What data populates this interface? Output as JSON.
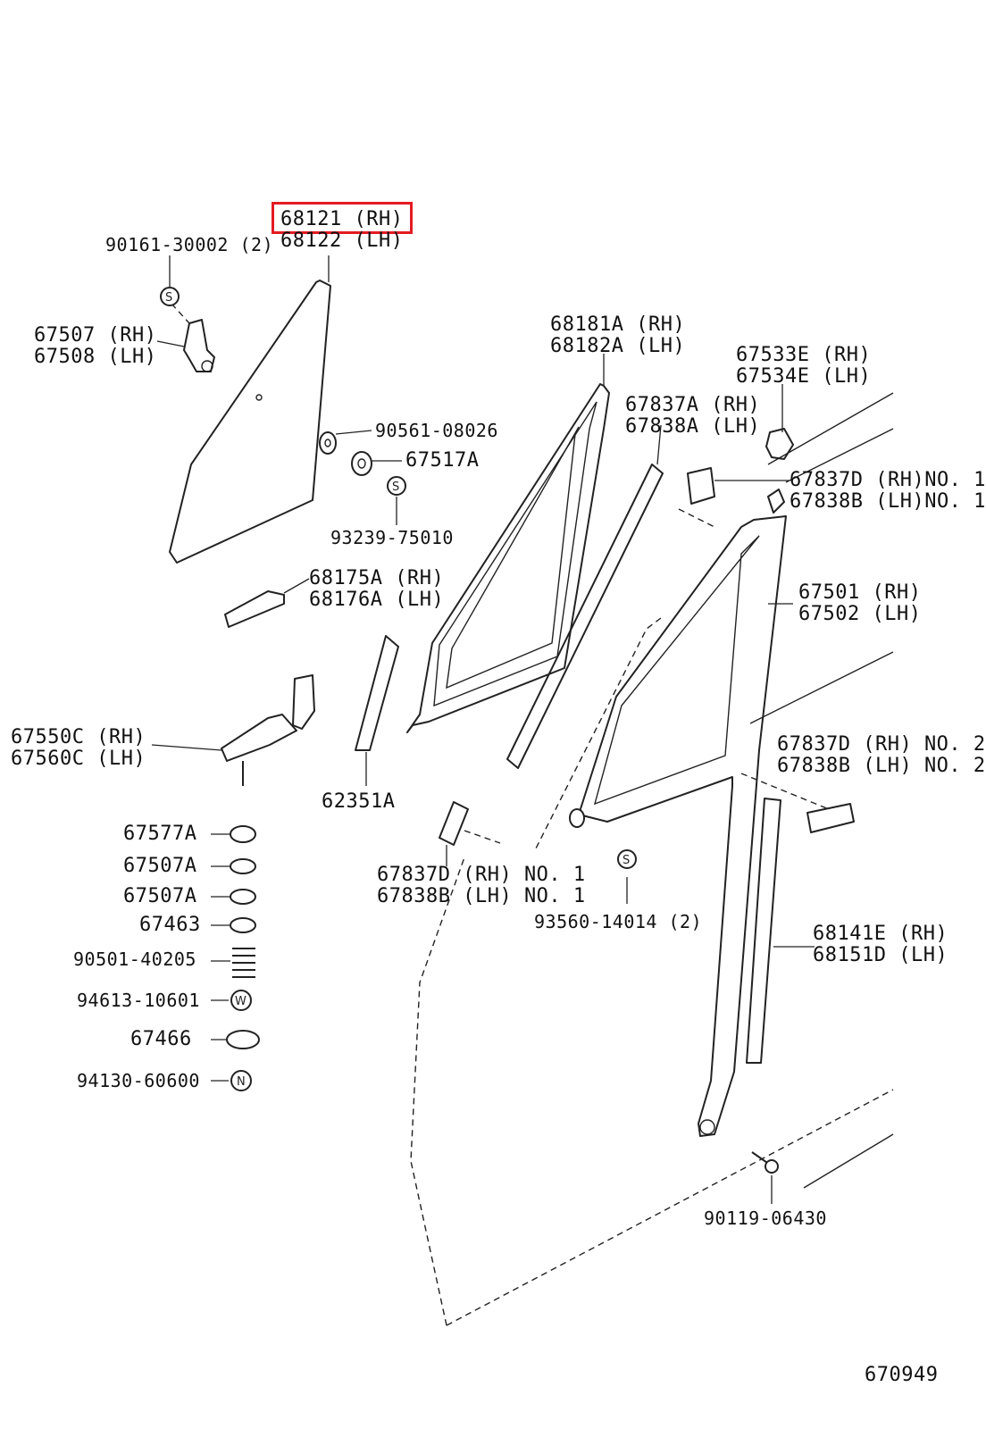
{
  "diagram_id": "670949",
  "highlight": "68121 (RH)",
  "labels": {
    "p68121": "68121 (RH)",
    "p68122": "68122 (LH)",
    "p90161": "90161-30002 (2)",
    "p67507rh": "67507 (RH)",
    "p67508lh": "67508 (LH)",
    "p90561": "90561-08026",
    "p67517": "67517A",
    "p93239": "93239-75010",
    "p68181": "68181A (RH)",
    "p68182": "68182A (LH)",
    "p67837a": "67837A (RH)",
    "p67838a": "67838A (LH)",
    "p67533": "67533E (RH)",
    "p67534": "67534E (LH)",
    "p67837d_rh_no1_top": "67837D (RH)NO. 1",
    "p67838b_lh_no1_top": "67838B (LH)NO. 1",
    "p68175": "68175A (RH)",
    "p68176": "68176A (LH)",
    "p67501": "67501 (RH)",
    "p67502": "67502 (LH)",
    "p67550": "67550C (RH)",
    "p67560": "67560C (LH)",
    "p62351": "62351A",
    "p67837d_no2": "67837D (RH) NO. 2",
    "p67838b_no2": "67838B (LH) NO. 2",
    "p67577": "67577A",
    "p67507a_1": "67507A",
    "p67507a_2": "67507A",
    "p67463": "67463",
    "p90501": "90501-40205",
    "p94613": "94613-10601",
    "p67466": "67466",
    "p94130": "94130-60600",
    "p67837d_no1": "67837D (RH) NO. 1",
    "p67838b_no1": "67838B (LH) NO. 1",
    "p93560": "93560-14014 (2)",
    "p68141": "68141E (RH)",
    "p68151": "68151D (LH)",
    "p90119": "90119-06430"
  },
  "icons": {
    "s": "S",
    "w": "W",
    "n": "N"
  }
}
